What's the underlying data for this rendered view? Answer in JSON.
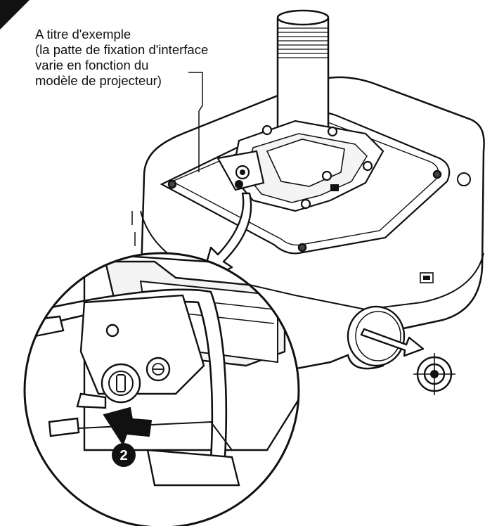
{
  "caption": {
    "lines": [
      "A titre d'exemple",
      "(la patte de fixation d'interface",
      "varie en fonction du",
      "modèle de projecteur)"
    ]
  },
  "step": {
    "number": "2"
  },
  "colors": {
    "ink": "#111111",
    "background": "#ffffff",
    "fill": "#f4f4f4"
  },
  "icons": [
    "corner-marker-icon",
    "target-icon",
    "step-badge-icon",
    "arrow-icon"
  ]
}
